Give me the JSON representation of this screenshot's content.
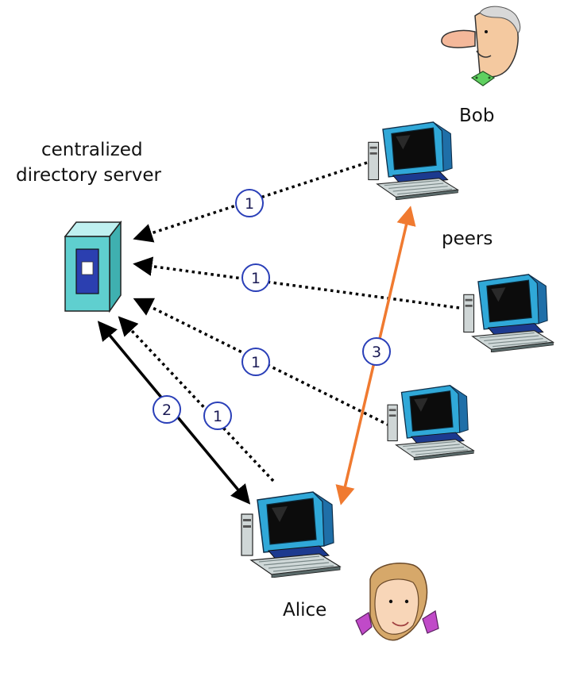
{
  "labels": {
    "server_line1": "centralized",
    "server_line2": "directory server",
    "bob": "Bob",
    "peers": "peers",
    "alice": "Alice"
  },
  "steps": {
    "query": "1",
    "register": "1",
    "reply": "2",
    "transfer": "3"
  },
  "colors": {
    "server": "#5fcfcf",
    "server_panel": "#2b3fb0",
    "monitor": "#30a8d8",
    "transfer_arrow": "#f07a30",
    "step_circle": "#2a3fb8"
  },
  "icons": [
    "server-icon",
    "computer-icon",
    "bob-face-icon",
    "alice-face-icon"
  ]
}
